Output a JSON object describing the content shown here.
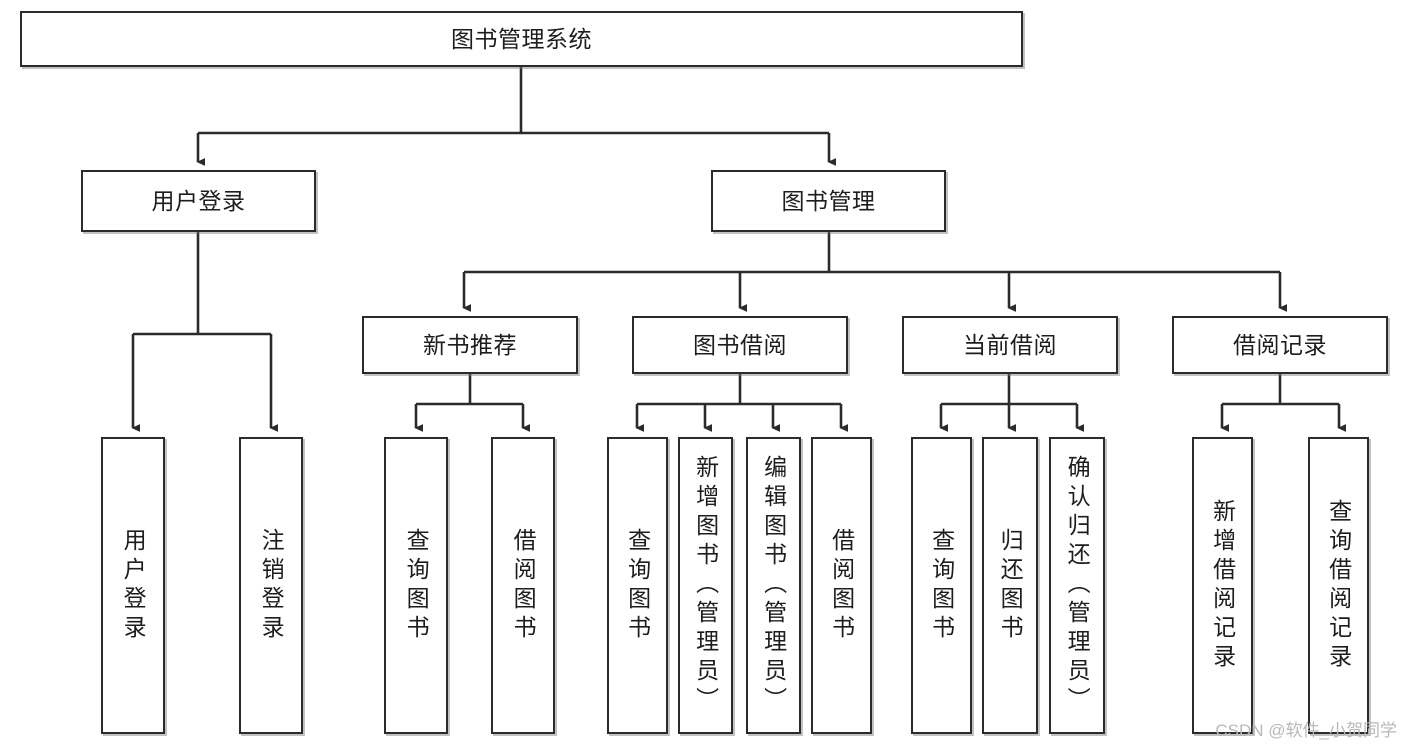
{
  "diagram": {
    "type": "tree-hierarchy-diagram",
    "title": "图书管理系统",
    "watermark": "CSDN @软件_小贺同学",
    "colors": {
      "stroke": "#2b2b2b",
      "fill": "#ffffff",
      "text": "#1d1d1d",
      "watermark": "#b9b9b9"
    },
    "levels": {
      "root": {
        "label": "图书管理系统",
        "orientation": "horizontal"
      },
      "level2": [
        {
          "id": "user-login",
          "label": "用户登录",
          "orientation": "horizontal"
        },
        {
          "id": "book-manage",
          "label": "图书管理",
          "orientation": "horizontal"
        }
      ],
      "level3": [
        {
          "id": "new-book-recommend",
          "label": "新书推荐",
          "orientation": "horizontal",
          "parent": "book-manage"
        },
        {
          "id": "book-borrow",
          "label": "图书借阅",
          "orientation": "horizontal",
          "parent": "book-manage"
        },
        {
          "id": "current-borrow",
          "label": "当前借阅",
          "orientation": "horizontal",
          "parent": "book-manage"
        },
        {
          "id": "borrow-record",
          "label": "借阅记录",
          "orientation": "horizontal",
          "parent": "book-manage"
        }
      ],
      "leaves": [
        {
          "id": "leaf-user-login",
          "label": "用户登录",
          "parent": "user-login"
        },
        {
          "id": "leaf-logout-login",
          "label": "注销登录",
          "parent": "user-login"
        },
        {
          "id": "leaf-query-book-a",
          "label": "查询图书",
          "parent": "new-book-recommend"
        },
        {
          "id": "leaf-borrow-book-a",
          "label": "借阅图书",
          "parent": "new-book-recommend"
        },
        {
          "id": "leaf-query-book-b",
          "label": "查询图书",
          "parent": "book-borrow"
        },
        {
          "id": "leaf-add-book",
          "label": "新增图书（管理员）",
          "parent": "book-borrow"
        },
        {
          "id": "leaf-edit-book",
          "label": "编辑图书（管理员）",
          "parent": "book-borrow"
        },
        {
          "id": "leaf-borrow-book-b",
          "label": "借阅图书",
          "parent": "book-borrow"
        },
        {
          "id": "leaf-query-book-c",
          "label": "查询图书",
          "parent": "current-borrow"
        },
        {
          "id": "leaf-return-book",
          "label": "归还图书",
          "parent": "current-borrow"
        },
        {
          "id": "leaf-confirm-return",
          "label": "确认归还（管理员）",
          "parent": "current-borrow"
        },
        {
          "id": "leaf-add-record",
          "label": "新增借阅记录",
          "parent": "borrow-record"
        },
        {
          "id": "leaf-query-record",
          "label": "查询借阅记录",
          "parent": "borrow-record"
        }
      ]
    }
  }
}
